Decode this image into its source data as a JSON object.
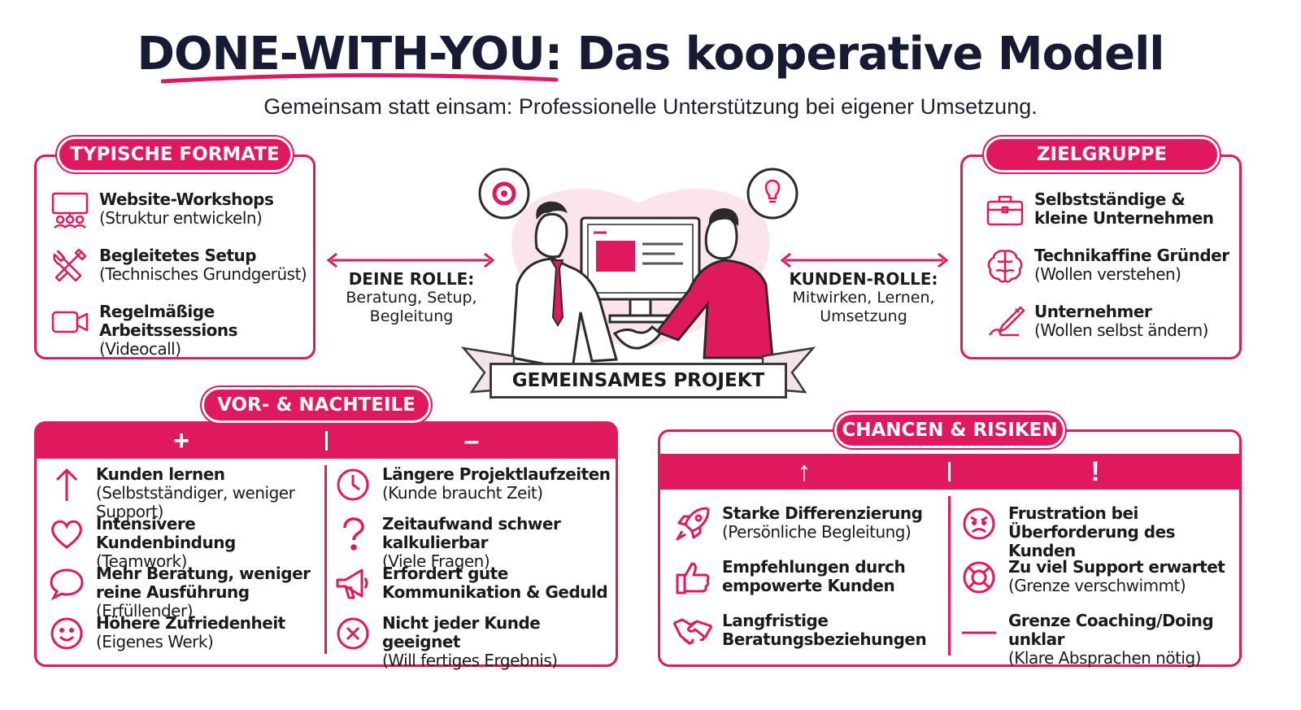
{
  "header": {
    "title_highlight": "DONE-WITH-YOU:",
    "title_rest": " Das kooperative Modell",
    "subtitle": "Gemeinsam statt einsam: Professionelle Unterstützung bei eigener Umsetzung."
  },
  "formate": {
    "label": "TYPISCHE FORMATE",
    "items": [
      {
        "bold": "Website-Workshops",
        "sub": "(Struktur entwickeln)",
        "icon": "workshop-icon"
      },
      {
        "bold": "Begleitetes Setup",
        "sub": "(Technisches Grundgerüst)",
        "icon": "tools-icon"
      },
      {
        "bold": "Regelmäßige Arbeitssessions",
        "sub": "(Videocall)",
        "icon": "video-icon"
      }
    ]
  },
  "zielgruppe": {
    "label": "ZIELGRUPPE",
    "items": [
      {
        "bold": "Selbstständige & kleine Unternehmen",
        "sub": "",
        "icon": "briefcase-icon"
      },
      {
        "bold": "Technikaffine Gründer",
        "sub": "(Wollen verstehen)",
        "icon": "brain-icon"
      },
      {
        "bold": "Unternehmer",
        "sub": "(Wollen selbst ändern)",
        "icon": "pen-hand-icon"
      }
    ]
  },
  "center": {
    "deine_rolle_title": "DEINE ROLLE:",
    "deine_rolle_line1": "Beratung, Setup,",
    "deine_rolle_line2": "Begleitung",
    "kunden_rolle_title": "KUNDEN-ROLLE:",
    "kunden_rolle_line1": "Mitwirken, Lernen,",
    "kunden_rolle_line2": "Umsetzung",
    "banner": "GEMEINSAMES PROJEKT"
  },
  "vornach": {
    "label": "VOR- & NACHTEILE",
    "plus": "+",
    "minus": "–",
    "pros": [
      {
        "bold": "Kunden lernen",
        "sub": "(Selbstständiger, weniger Support)",
        "icon": "arrow-up-icon"
      },
      {
        "bold": "Intensivere Kundenbindung",
        "sub": "(Teamwork)",
        "icon": "heart-icon"
      },
      {
        "bold": "Mehr Beratung, weniger reine Ausführung",
        "sub": "(Erfüllender)",
        "icon": "speech-bubble-icon"
      },
      {
        "bold": "Höhere Zufriedenheit",
        "sub": "(Eigenes Werk)",
        "icon": "smiley-icon"
      }
    ],
    "cons": [
      {
        "bold": "Längere Projektlaufzeiten",
        "sub": "(Kunde braucht Zeit)",
        "icon": "clock-icon"
      },
      {
        "bold": "Zeitaufwand schwer kalkulierbar",
        "sub": "(Viele Fragen)",
        "icon": "question-icon"
      },
      {
        "bold": "Erfordert gute Kommunikation & Geduld",
        "sub": "",
        "icon": "megaphone-icon"
      },
      {
        "bold": "Nicht jeder Kunde geeignet",
        "sub": "(Will fertiges Ergebnis)",
        "icon": "x-circle-icon"
      }
    ]
  },
  "chancen": {
    "label": "CHANCEN & RISIKEN",
    "up": "↑",
    "warn": "!",
    "chances": [
      {
        "bold": "Starke Differenzierung",
        "sub": "(Persönliche Begleitung)",
        "icon": "rocket-icon"
      },
      {
        "bold": "Empfehlungen durch empowerte Kunden",
        "sub": "",
        "icon": "thumbs-up-icon"
      },
      {
        "bold": "Langfristige Beratungsbeziehungen",
        "sub": "",
        "icon": "handshake-icon"
      }
    ],
    "risks": [
      {
        "bold": "Frustration bei Überforderung des Kunden",
        "sub": "",
        "icon": "angry-face-icon"
      },
      {
        "bold": "Zu viel Support erwartet",
        "sub": "(Grenze verschwimmt)",
        "icon": "lifebuoy-icon"
      },
      {
        "bold": "Grenze Coaching/Doing unklar",
        "sub": "(Klare Absprachen nötig)",
        "icon": "line-icon"
      }
    ]
  },
  "colors": {
    "accent": "#e0195f",
    "text": "#171a33"
  }
}
